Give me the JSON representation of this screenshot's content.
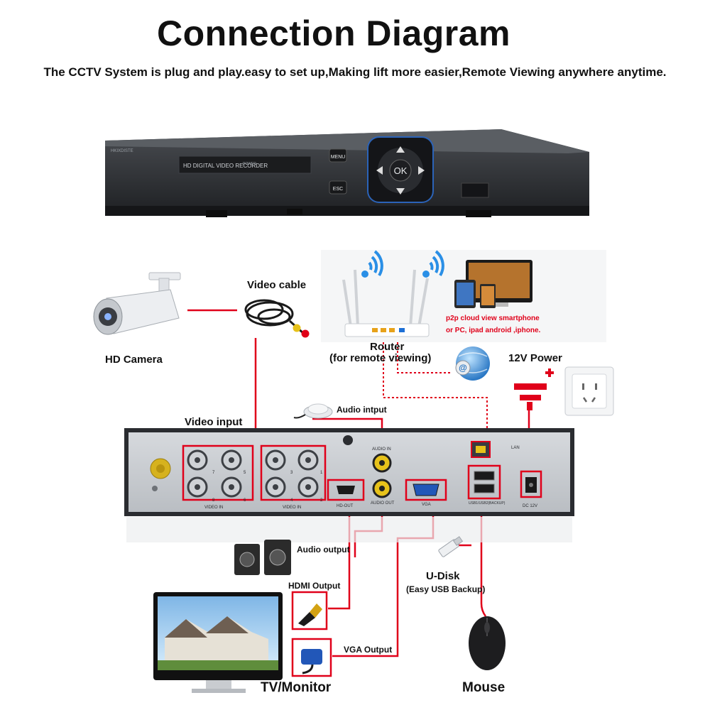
{
  "header": {
    "title": "Connection Diagram",
    "subtitle": "The CCTV System is plug and play.easy to set up,Making lift more easier,Remote Viewing anywhere anytime."
  },
  "dvr_front": {
    "panel_text": "HD DIGITAL VIDEO RECORDER",
    "brand_text": "HKIXDISTE",
    "power_text": "POWER",
    "menu_label": "MENU",
    "esc_label": "ESC",
    "ok_label": "OK"
  },
  "devices": {
    "camera_label": "HD Camera",
    "video_cable_label": "Video cable",
    "router_label": "Router",
    "router_sublabel": "(for remote viewing)",
    "p2p_line1": "p2p cloud  view smartphone",
    "p2p_line2": "or PC, ipad android ,iphone.",
    "power_label": "12V Power",
    "video_input_label": "Video input",
    "audio_input_label": "Audio intput",
    "audio_output_label": "Audio output",
    "hdmi_output_label": "HDMI Output",
    "vga_output_label": "VGA Output",
    "udisk_label": "U-Disk",
    "udisk_sublabel": "(Easy USB Backup)",
    "monitor_label": "TV/Monitor",
    "mouse_label": "Mouse"
  },
  "dvr_rear": {
    "video_in_1": "VIDEO IN",
    "video_in_2": "VIDEO IN",
    "audio_in": "AUDIO IN",
    "audio_out": "AUDIO OUT",
    "hd_out": "HD-OUT",
    "vga": "VGA",
    "lan": "LAN",
    "usb": "USB1/USB2(BACKUP)",
    "dc": "DC 12V",
    "port_numbers": [
      "7",
      "5",
      "3",
      "1",
      "8",
      "6",
      "4",
      "2"
    ]
  },
  "colors": {
    "wire": "#e0001a",
    "dvr_body": "#2e3033",
    "panel": "#c9ccd0"
  }
}
